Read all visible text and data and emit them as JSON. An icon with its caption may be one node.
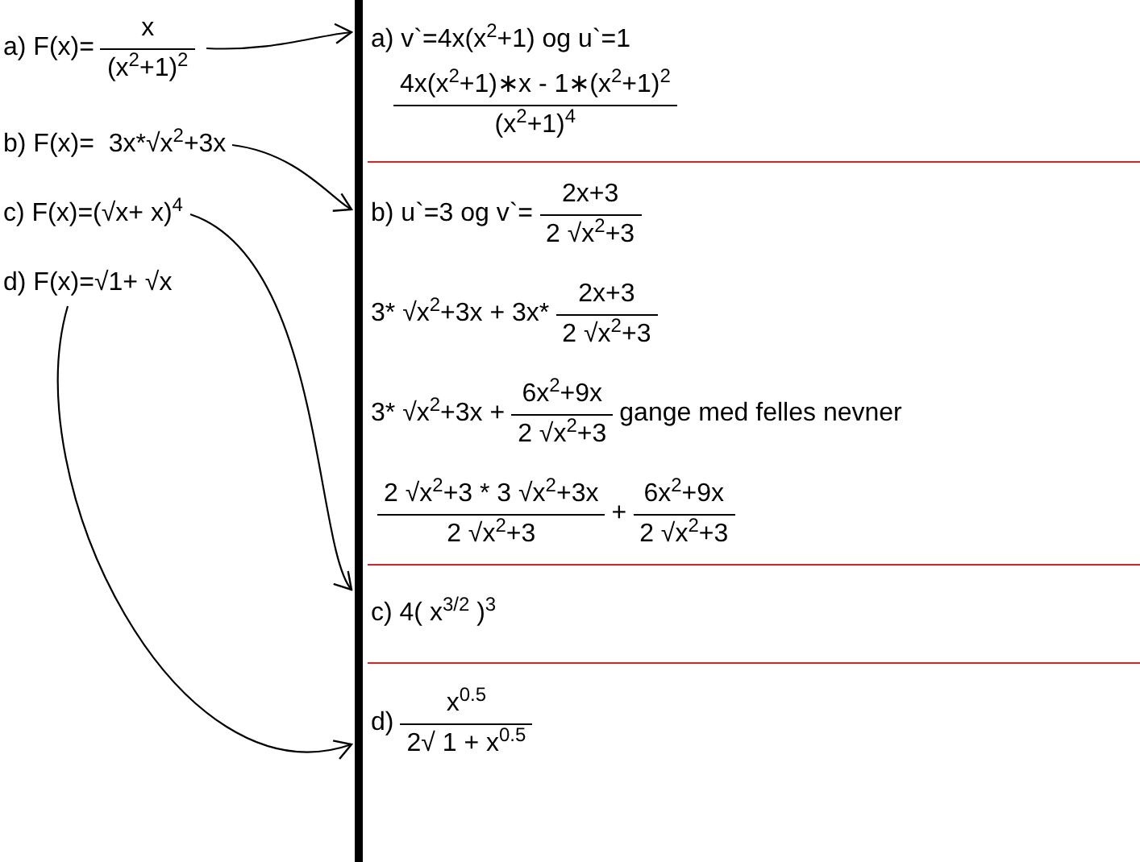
{
  "diagram": {
    "nodes": [
      {
        "text": [
          "a) F(x)=",
          "x",
          "(x$^{2}$+1)$^{2}$"
        ]
      },
      {
        "text": [
          "b) F(x)=  3x*√x$^{2}$+3x"
        ]
      },
      {
        "text": [
          "c) F(x)=(√x+ x)$^{4}$"
        ]
      },
      {
        "text": [
          "d) F(x)=√1+ √x"
        ]
      },
      {
        "text": [
          "a) v`=4x(x$^{2}$+1) og u`=1",
          "4x(x$^{2}$+1)∗x - 1∗(x$^{2}$+1)$^{2}$",
          "(x$^{2}$+1)$^{4}$"
        ]
      },
      {
        "text": [
          "b) u`=3 og v`=",
          "2x+3",
          "2 √x$^{2}$+3",
          "3* √x$^{2}$+3x + 3x*",
          "2x+3",
          "2 √x$^{2}$+3",
          "3* √x$^{2}$+3x +",
          "6x$^{2}$+9x",
          "2 √x$^{2}$+3",
          "gange med felles nevner",
          "2 √x$^{2}$+3 * 3 √x$^{2}$+3x",
          "2 √x$^{2}$+3",
          "+",
          "6x$^{2}$+9x",
          "2 √x$^{2}$+3"
        ]
      },
      {
        "text": [
          "c) 4( x$^{3/2}$ )$^{3}$"
        ]
      },
      {
        "text": [
          "d)",
          "x$^{0.5}$",
          "2√ 1 + x$^{0.5}$"
        ]
      }
    ],
    "edges": [
      {
        "from": 0,
        "to": 4,
        "arrow": "to"
      },
      {
        "from": 1,
        "to": 5,
        "arrow": "to"
      },
      {
        "from": 2,
        "to": 6,
        "arrow": "to"
      },
      {
        "from": 3,
        "to": 7,
        "arrow": "to"
      }
    ]
  }
}
